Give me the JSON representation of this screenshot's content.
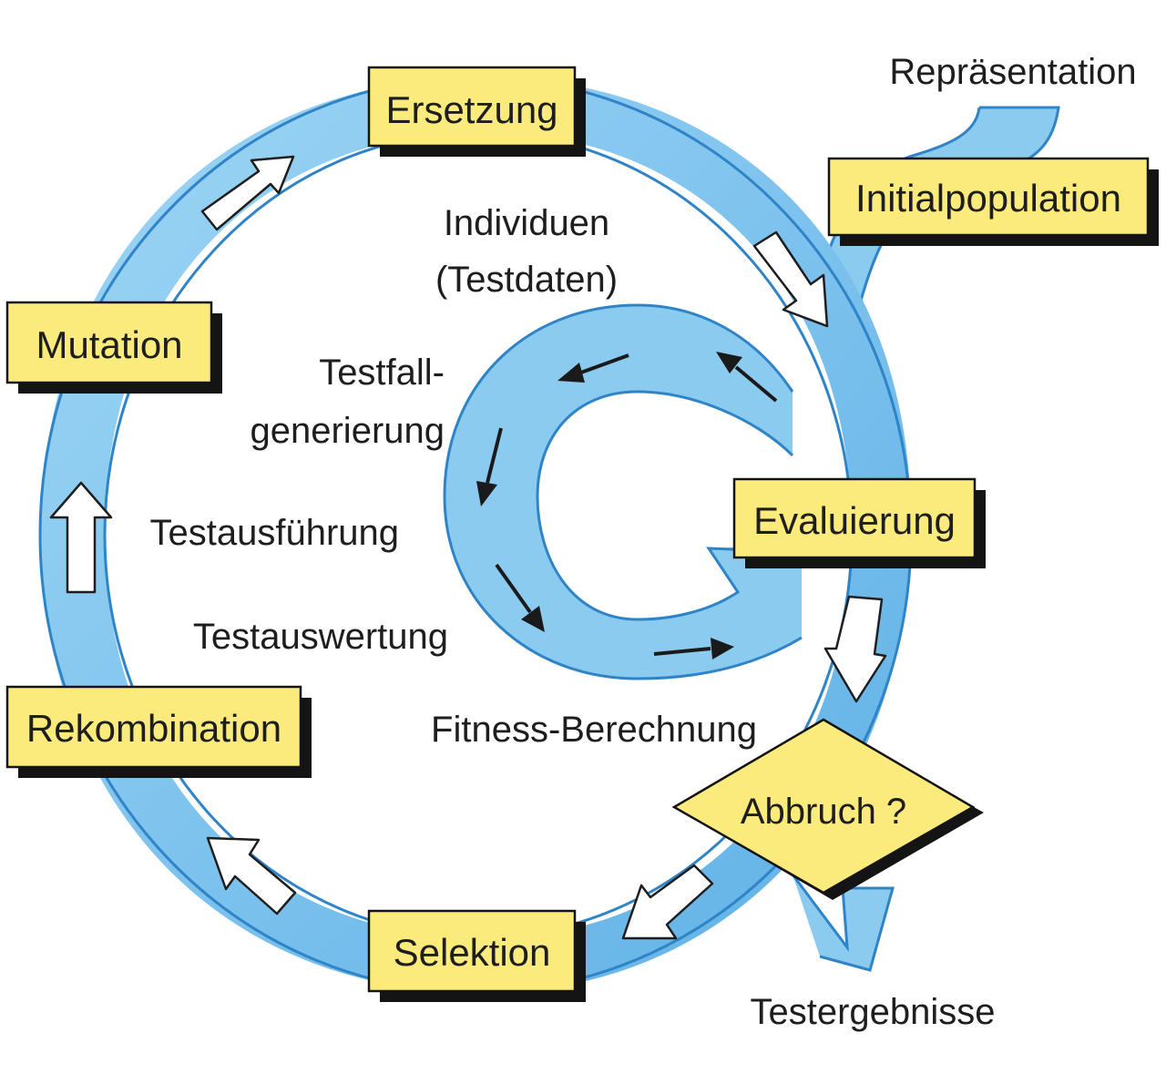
{
  "diagram": {
    "stages": {
      "ersetzung": "Ersetzung",
      "initialpopulation": "Initialpopulation",
      "evaluierung": "Evaluierung",
      "abbruch": "Abbruch ?",
      "selektion": "Selektion",
      "rekombination": "Rekombination",
      "mutation": "Mutation"
    },
    "labels": {
      "repraesentation": "Repräsentation",
      "individuen": "Individuen",
      "testdaten": "(Testdaten)",
      "testfall": "Testfall-",
      "generierung": "generierung",
      "testausfuehrung": "Testausführung",
      "testauswertung": "Testauswertung",
      "fitness": "Fitness-Berechnung",
      "testergebnisse": "Testergebnisse"
    },
    "colors": {
      "ring": "#8ccbf0",
      "ring_edge": "#2f84c8",
      "box_fill": "#fbeb7c",
      "shadow": "#141414"
    }
  }
}
